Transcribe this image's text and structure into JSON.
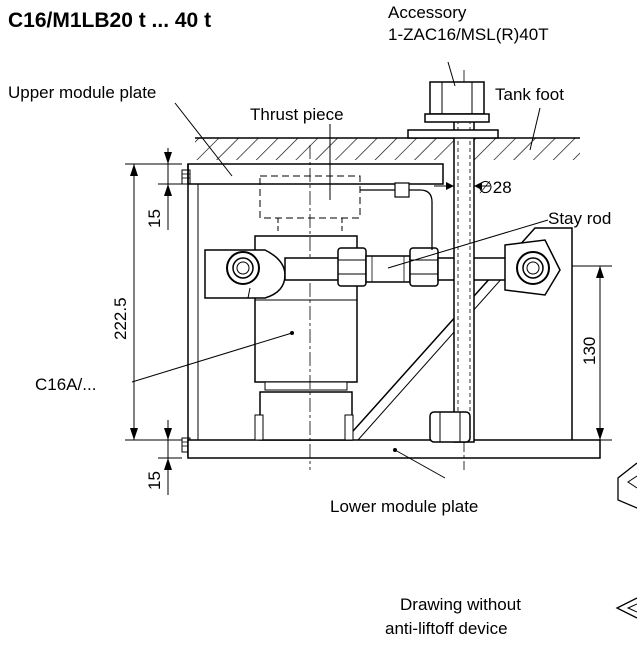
{
  "title": "C16/M1LB20 t ... 40 t",
  "labels": {
    "accessory_line1": "Accessory",
    "accessory_line2": "1-ZAC16/MSL(R)40T",
    "upper_module_plate": "Upper module plate",
    "thrust_piece": "Thrust piece",
    "tank_foot": "Tank foot",
    "diameter": "∅28",
    "stay_rod": "Stay rod",
    "load_cell": "C16A/...",
    "lower_module_plate": "Lower module plate",
    "note_line1": "Drawing without",
    "note_line2": "anti-liftoff device"
  },
  "dimensions": {
    "height_total": "222.5",
    "plate_upper": "15",
    "plate_lower": "15",
    "rod_height": "130"
  }
}
